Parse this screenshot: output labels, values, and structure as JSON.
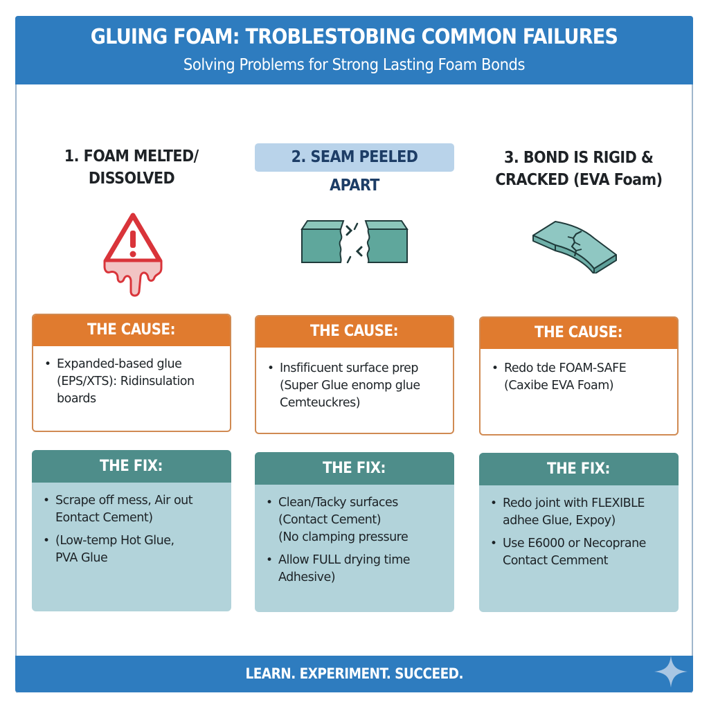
{
  "header": {
    "title": "GLUING FOAM: TROBLESTOBING COMMON FAILURES",
    "subtitle": "Solving Problems for Strong Lasting Foam Bonds"
  },
  "colors": {
    "header_blue": "#2e7cbf",
    "cause_orange": "#e07b2f",
    "fix_teal": "#4e8d8a",
    "fix_body": "#b2d3da",
    "pill_blue": "#b9d3ea",
    "warning_red": "#d9343a"
  },
  "columns": [
    {
      "title_line1": "1. FOAM MELTED/",
      "title_line2": "DISSOLVED",
      "icon": "melting-warning-triangle-icon",
      "cause": {
        "label": "THE CAUSE:",
        "items": [
          "Expanded-based glue\n(EPS/XTS): Ridinsulation boards"
        ]
      },
      "fix": {
        "label": "THE FIX:",
        "items": [
          "Scrape off mess, Air out\nEontact Cement)",
          "(Low-temp Hot Glue,\nPVA Glue"
        ]
      }
    },
    {
      "title": "2. SEAM PEELED APART",
      "icon": "split-foam-seam-icon",
      "cause": {
        "label": "THE CAUSE:",
        "items": [
          "Insfificuent surface prep\n(Super Glue enomp glue\nCemteuckres)"
        ]
      },
      "fix": {
        "label": "THE FIX:",
        "items": [
          "Clean/Tacky surfaces\n(Contact Cement)\n(No clamping pressure",
          "Allow FULL drying time\nAdhesive)"
        ]
      }
    },
    {
      "title_line1": "3. BOND IS RIGID &",
      "title_line2": "CRACKED (EVA Foam)",
      "icon": "cracked-foam-sheet-icon",
      "cause": {
        "label": "THE CAUSE:",
        "items": [
          "Redo tde FOAM-SAFE\n(Caxibe EVA Foam)"
        ]
      },
      "fix": {
        "label": "THE FIX:",
        "items": [
          "Redo joint with FLEXIBLE\nadhee Glue, Expoy)",
          "Use E6000 or Necoprane\nContact Cemment"
        ]
      }
    }
  ],
  "footer": {
    "tagline": "LEARN. EXPERIMENT. SUCCEED.",
    "icon": "sparkle-icon"
  }
}
